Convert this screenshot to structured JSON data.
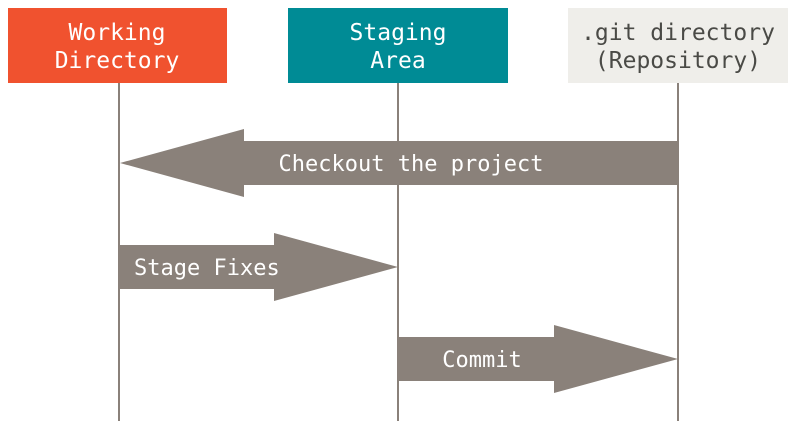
{
  "areas": [
    {
      "id": "working",
      "lines": [
        "Working",
        "Directory"
      ],
      "fill": "#f0522f",
      "text_color": "#ffffff"
    },
    {
      "id": "staging",
      "lines": [
        "Staging",
        "Area"
      ],
      "fill": "#008b95",
      "text_color": "#ffffff"
    },
    {
      "id": "repository",
      "lines": [
        ".git directory",
        "(Repository)"
      ],
      "fill": "#efeeea",
      "text_color": "#4a4a46"
    }
  ],
  "arrows": [
    {
      "id": "checkout",
      "label": "Checkout the project",
      "from": "repository",
      "to": "working"
    },
    {
      "id": "stage",
      "label": "Stage Fixes",
      "from": "working",
      "to": "staging"
    },
    {
      "id": "commit",
      "label": "Commit",
      "from": "staging",
      "to": "repository"
    }
  ],
  "colors": {
    "arrow": "#8a817a",
    "lifeline": "#8a817a"
  }
}
